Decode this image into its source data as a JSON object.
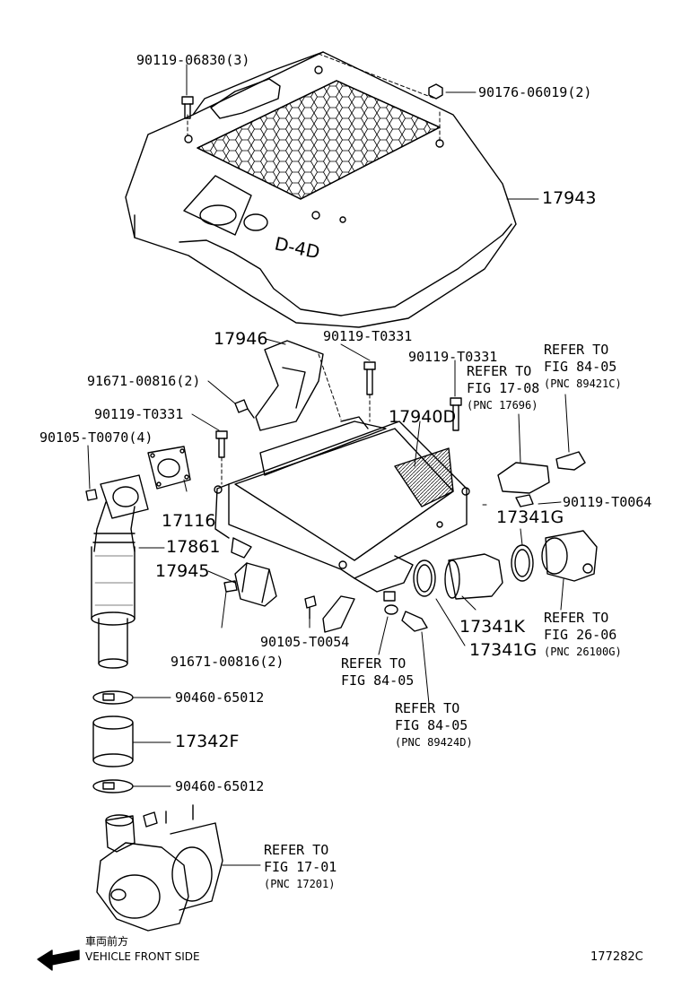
{
  "diagram": {
    "code": "177282C",
    "direction_jp": "車両前方",
    "direction_en": "VEHICLE FRONT SIDE",
    "cover_badge": "D-4D"
  },
  "parts": {
    "p_90119_06830": "90119-06830(3)",
    "p_90176_06019": "90176-06019(2)",
    "p_17943": "17943",
    "p_17946": "17946",
    "p_90119_T0331_a": "90119-T0331",
    "p_90119_T0331_b": "90119-T0331",
    "p_90119_T0331_c": "90119-T0331",
    "p_91671_00816_a": "91671-00816(2)",
    "p_91671_00816_b": "91671-00816(2)",
    "p_90105_T0070": "90105-T0070(4)",
    "p_17940D": "17940D",
    "p_17116": "17116",
    "p_17861": "17861",
    "p_17945": "17945",
    "p_90105_T0054": "90105-T0054",
    "p_90119_T0064": "90119-T0064",
    "p_17341G_a": "17341G",
    "p_17341K": "17341K",
    "p_17341G_b": "17341G",
    "p_90460_65012_a": "90460-65012",
    "p_17342F": "17342F",
    "p_90460_65012_b": "90460-65012"
  },
  "refs": {
    "r_17_08": {
      "line1": "REFER TO",
      "line2": "FIG 17-08",
      "pnc": "(PNC 17696)"
    },
    "r_84_05_top": {
      "line1": "REFER TO",
      "line2": "FIG 84-05",
      "pnc": "(PNC 89421C)"
    },
    "r_26_06": {
      "line1": "REFER TO",
      "line2": "FIG 26-06",
      "pnc": "(PNC 26100G)"
    },
    "r_84_05_mid": {
      "line1": "REFER TO",
      "line2": "FIG 84-05"
    },
    "r_84_05_low": {
      "line1": "REFER TO",
      "line2": "FIG 84-05",
      "pnc": "(PNC 89424D)"
    },
    "r_17_01": {
      "line1": "REFER TO",
      "line2": "FIG 17-01",
      "pnc": "(PNC 17201)"
    }
  }
}
